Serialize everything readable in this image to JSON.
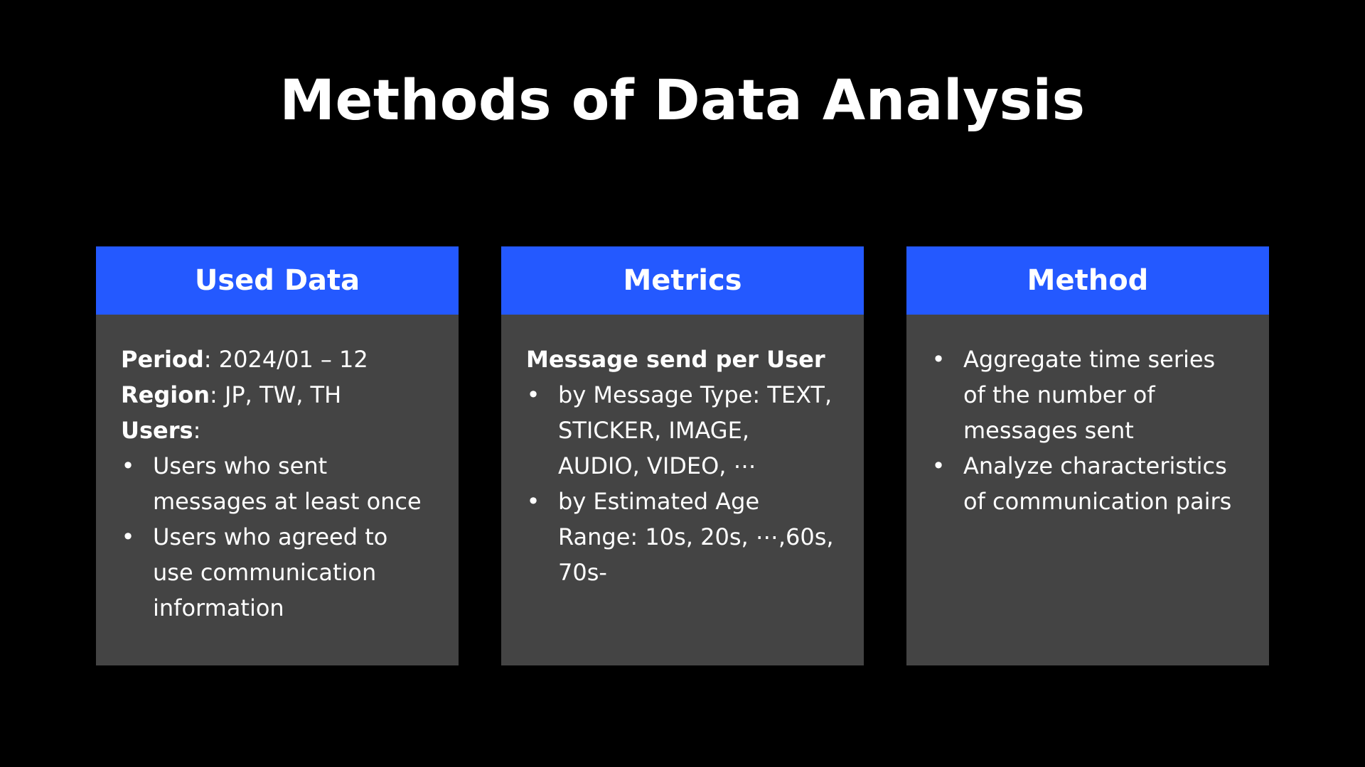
{
  "slide": {
    "title": "Methods of Data Analysis"
  },
  "cards": {
    "used_data": {
      "header": "Used Data",
      "period_label": "Period",
      "period_value": ": 2024/01 – 12",
      "region_label": "Region",
      "region_value": ": JP, TW, TH",
      "users_label": "Users",
      "users_suffix": ":",
      "bullets": [
        [
          "Users who sent",
          "messages at least once"
        ],
        [
          "Users who agreed to",
          "use communication",
          "information"
        ]
      ]
    },
    "metrics": {
      "header": "Metrics",
      "lead": "Message send per User",
      "bullets": [
        [
          "by Message Type: TEXT,",
          "STICKER, IMAGE,",
          "AUDIO, VIDEO, ⋯"
        ],
        [
          "by Estimated Age",
          "Range: 10s, 20s, ⋯,60s,",
          "70s-"
        ]
      ]
    },
    "method": {
      "header": "Method",
      "bullets": [
        [
          "Aggregate time series",
          "of the number of",
          "messages sent"
        ],
        [
          "Analyze characteristics",
          "of communication pairs"
        ]
      ]
    }
  },
  "bullet_glyph": "•",
  "colors": {
    "background": "#000000",
    "card_header": "#2459ff",
    "card_body": "#444444",
    "text": "#ffffff"
  }
}
